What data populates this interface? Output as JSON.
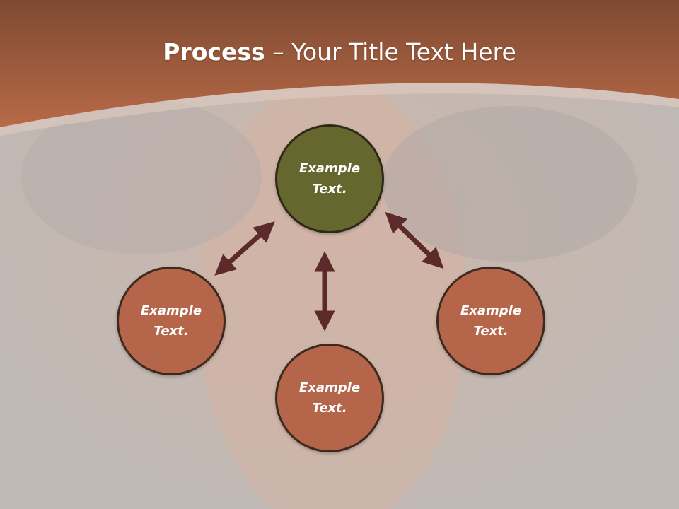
{
  "title": {
    "bold": "Process",
    "rest": "– Your Title Text Here"
  },
  "colors": {
    "header_top": "#7e4a31",
    "header_bottom": "#b86a48",
    "center_fill": "#66672f",
    "node_fill": "#b5654a",
    "node_border": "#3d2a1e",
    "arrow": "#5c2a2a"
  },
  "nodes": {
    "top": "Example Text.",
    "left": "Example Text.",
    "right": "Example Text.",
    "bottom": "Example Text."
  }
}
